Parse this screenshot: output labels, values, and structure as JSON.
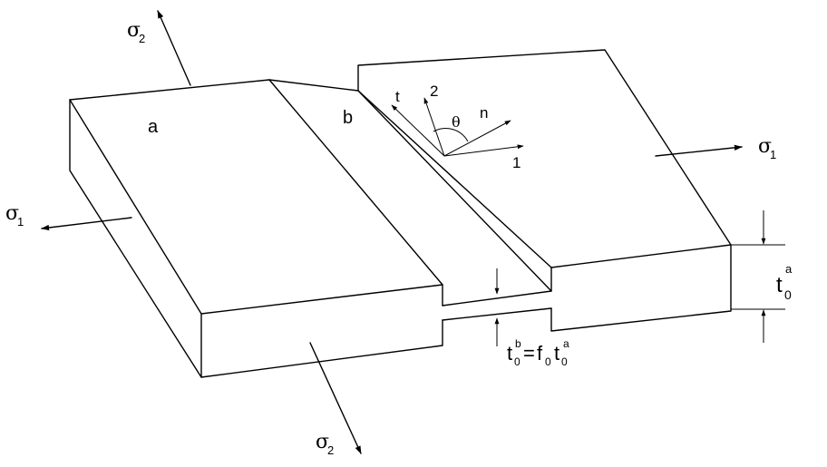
{
  "labels": {
    "region_a": "a",
    "region_b": "b",
    "sigma": "σ",
    "sub_1": "1",
    "sub_2": "2",
    "axis_t": "t",
    "axis_2": "2",
    "axis_n": "n",
    "axis_1": "1",
    "angle": "θ",
    "t_letter": "t",
    "zero": "0",
    "sup_a": "a",
    "sup_b": "b",
    "equals": "=",
    "f_letter": "f"
  },
  "colors": {
    "ink": "#000000",
    "background": "#ffffff"
  }
}
